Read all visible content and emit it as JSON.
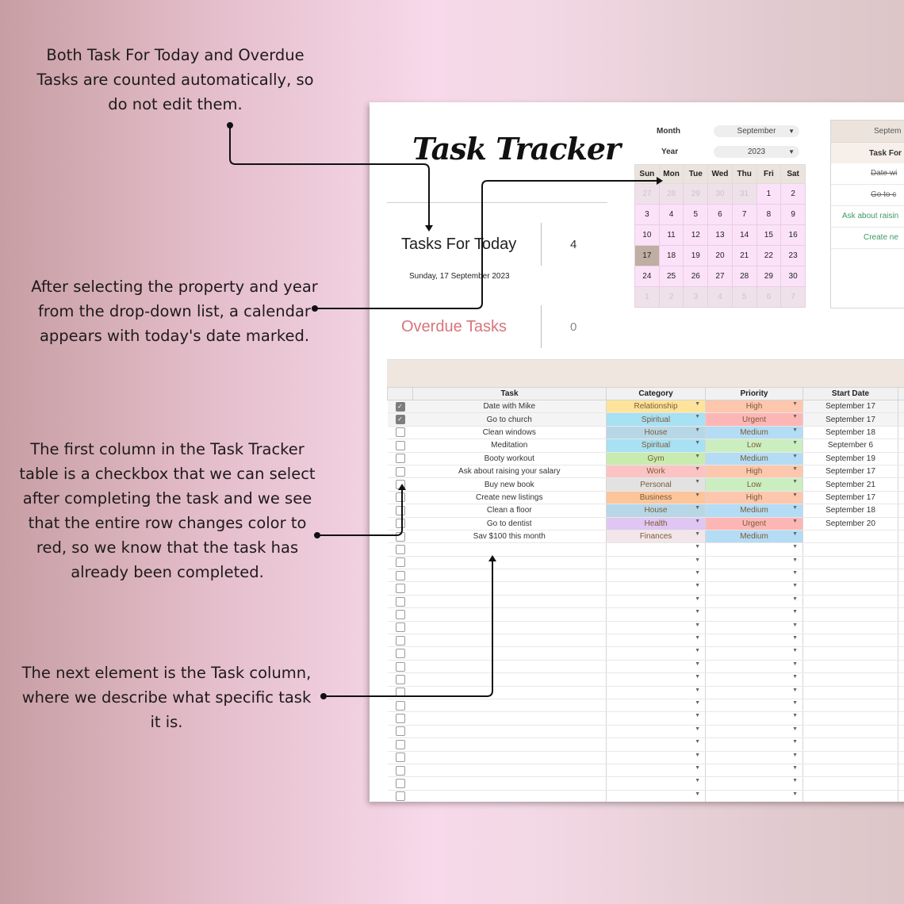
{
  "notes": {
    "counting": "Both Task For Today and Overdue Tasks are counted automatically, so do not edit them.",
    "calendar": "After selecting the property and year from the drop-down list, a calendar appears with today's date marked.",
    "checkbox": "The first column in the Task Tracker table is a checkbox that we can select after completing the task and we see that the entire row changes color to red, so we know that the task has already been completed.",
    "task_column": "The next element is the Task column, where we describe what specific task it is."
  },
  "sheet": {
    "title": "Task Tracker",
    "tasks_today_label": "Tasks For Today",
    "tasks_today_count": "4",
    "today_date": "Sunday, 17 September 2023",
    "overdue_label": "Overdue Tasks",
    "overdue_count": "0"
  },
  "controls": {
    "month_label": "Month",
    "month_value": "September",
    "year_label": "Year",
    "year_value": "2023",
    "caret": "▼"
  },
  "calendar": {
    "weekdays": [
      "Sun",
      "Mon",
      "Tue",
      "Wed",
      "Thu",
      "Fri",
      "Sat"
    ],
    "weeks": [
      [
        {
          "d": "27",
          "dim": true
        },
        {
          "d": "28",
          "dim": true
        },
        {
          "d": "29",
          "dim": true
        },
        {
          "d": "30",
          "dim": true
        },
        {
          "d": "31",
          "dim": true
        },
        {
          "d": "1"
        },
        {
          "d": "2"
        }
      ],
      [
        {
          "d": "3"
        },
        {
          "d": "4"
        },
        {
          "d": "5"
        },
        {
          "d": "6"
        },
        {
          "d": "7"
        },
        {
          "d": "8"
        },
        {
          "d": "9"
        }
      ],
      [
        {
          "d": "10"
        },
        {
          "d": "11"
        },
        {
          "d": "12"
        },
        {
          "d": "13"
        },
        {
          "d": "14"
        },
        {
          "d": "15"
        },
        {
          "d": "16"
        }
      ],
      [
        {
          "d": "17",
          "today": true
        },
        {
          "d": "18"
        },
        {
          "d": "19"
        },
        {
          "d": "20"
        },
        {
          "d": "21"
        },
        {
          "d": "22"
        },
        {
          "d": "23"
        }
      ],
      [
        {
          "d": "24"
        },
        {
          "d": "25"
        },
        {
          "d": "26"
        },
        {
          "d": "27"
        },
        {
          "d": "28"
        },
        {
          "d": "29"
        },
        {
          "d": "30"
        }
      ],
      [
        {
          "d": "1",
          "dim": true
        },
        {
          "d": "2",
          "dim": true
        },
        {
          "d": "3",
          "dim": true
        },
        {
          "d": "4",
          "dim": true
        },
        {
          "d": "5",
          "dim": true
        },
        {
          "d": "6",
          "dim": true
        },
        {
          "d": "7",
          "dim": true
        }
      ]
    ]
  },
  "today_panel": {
    "header": "Septem",
    "subheader": "Task For",
    "items": [
      {
        "text": "Date wi",
        "done": true
      },
      {
        "text": "Go to c",
        "done": true
      },
      {
        "text": "Ask about raisin",
        "done": false
      },
      {
        "text": "Create ne",
        "done": false
      }
    ]
  },
  "table": {
    "headers": [
      "",
      "Task",
      "Category",
      "Priority",
      "Start Date"
    ],
    "rows": [
      {
        "done": true,
        "task": "Date with Mike",
        "category": "Relationship",
        "priority": "High",
        "start": "September 17"
      },
      {
        "done": true,
        "task": "Go to church",
        "category": "Spiritual",
        "priority": "Urgent",
        "start": "September 17"
      },
      {
        "done": false,
        "task": "Clean windows",
        "category": "House",
        "priority": "Medium",
        "start": "September 18"
      },
      {
        "done": false,
        "task": "Meditation",
        "category": "Spiritual",
        "priority": "Low",
        "start": "September 6"
      },
      {
        "done": false,
        "task": "Booty workout",
        "category": "Gym",
        "priority": "Medium",
        "start": "September 19"
      },
      {
        "done": false,
        "task": "Ask about raising your salary",
        "category": "Work",
        "priority": "High",
        "start": "September 17"
      },
      {
        "done": false,
        "task": "Buy new book",
        "category": "Personal",
        "priority": "Low",
        "start": "September 21"
      },
      {
        "done": false,
        "task": "Create new listings",
        "category": "Business",
        "priority": "High",
        "start": "September 17"
      },
      {
        "done": false,
        "task": "Clean a floor",
        "category": "House",
        "priority": "Medium",
        "start": "September 18"
      },
      {
        "done": false,
        "task": "Go to dentist",
        "category": "Health",
        "priority": "Urgent",
        "start": "September 20"
      },
      {
        "done": false,
        "task": "Sav $100 this month",
        "category": "Finances",
        "priority": "Medium",
        "start": ""
      }
    ],
    "empty_rows": 20,
    "dropdown_glyph": "▼",
    "check_glyph": "✓"
  },
  "colors": {
    "category": {
      "Relationship": "#fde49a",
      "Spiritual": "#a8e0f4",
      "House": "#b7d7e6",
      "Gym": "#c8ecb0",
      "Work": "#fbc3c3",
      "Personal": "#e2e2e2",
      "Business": "#fcc59a",
      "Health": "#e0c6f2",
      "Finances": "#f2e6ea"
    },
    "priority": {
      "High": "#fcc7ad",
      "Urgent": "#fdb6b6",
      "Medium": "#b4dcf4",
      "Low": "#cbeec0"
    },
    "category_text": "#7b5b36",
    "priority_text": "#7b5b36",
    "overdue_text": "#d9747c",
    "arrow": "#111111"
  }
}
